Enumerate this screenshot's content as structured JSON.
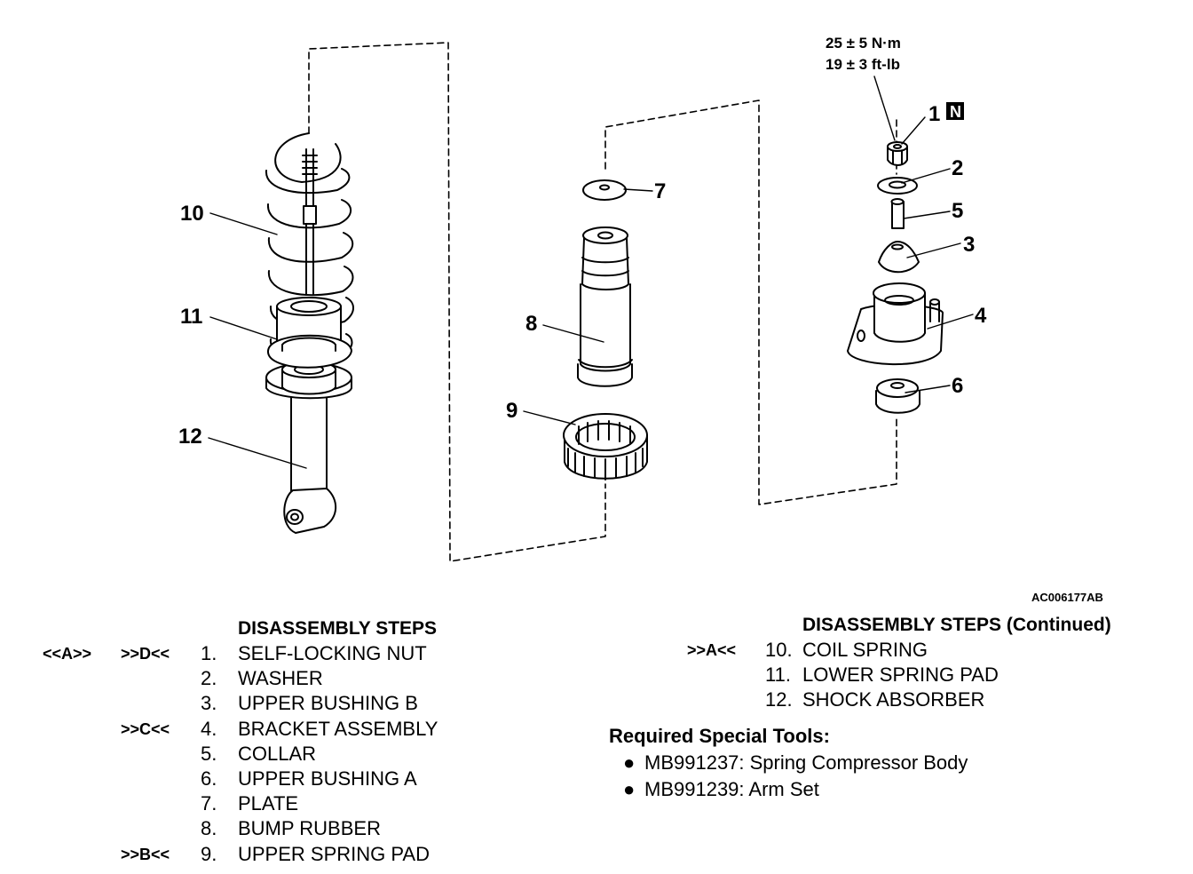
{
  "diagram": {
    "figure_id": "AC006177AB",
    "torque": {
      "line1": "25 ± 5 N·m",
      "line2": "19 ± 3 ft-lb"
    },
    "callouts": {
      "c1": "1",
      "c1_badge": "N",
      "c2": "2",
      "c3": "3",
      "c4": "4",
      "c5": "5",
      "c6": "6",
      "c7": "7",
      "c8": "8",
      "c9": "9",
      "c10": "10",
      "c11": "11",
      "c12": "12"
    }
  },
  "steps_left": {
    "heading": "DISASSEMBLY STEPS",
    "items": [
      {
        "mark_a": "<<A>>",
        "mark_b": ">>D<<",
        "num": "1.",
        "text": "SELF-LOCKING NUT"
      },
      {
        "mark_a": "",
        "mark_b": "",
        "num": "2.",
        "text": "WASHER"
      },
      {
        "mark_a": "",
        "mark_b": "",
        "num": "3.",
        "text": "UPPER BUSHING B"
      },
      {
        "mark_a": "",
        "mark_b": ">>C<<",
        "num": "4.",
        "text": "BRACKET ASSEMBLY"
      },
      {
        "mark_a": "",
        "mark_b": "",
        "num": "5.",
        "text": "COLLAR"
      },
      {
        "mark_a": "",
        "mark_b": "",
        "num": "6.",
        "text": "UPPER BUSHING A"
      },
      {
        "mark_a": "",
        "mark_b": "",
        "num": "7.",
        "text": "PLATE"
      },
      {
        "mark_a": "",
        "mark_b": "",
        "num": "8.",
        "text": "BUMP RUBBER"
      },
      {
        "mark_a": "",
        "mark_b": ">>B<<",
        "num": "9.",
        "text": "UPPER SPRING PAD"
      }
    ]
  },
  "steps_right": {
    "heading": "DISASSEMBLY STEPS (Continued)",
    "items": [
      {
        "mark": ">>A<<",
        "num": "10.",
        "text": "COIL SPRING"
      },
      {
        "mark": "",
        "num": "11.",
        "text": "LOWER SPRING PAD"
      },
      {
        "mark": "",
        "num": "12.",
        "text": "SHOCK ABSORBER"
      }
    ]
  },
  "tools": {
    "heading": "Required Special Tools:",
    "bullet": "●",
    "items": [
      "MB991237: Spring Compressor Body",
      "MB991239: Arm Set"
    ]
  }
}
